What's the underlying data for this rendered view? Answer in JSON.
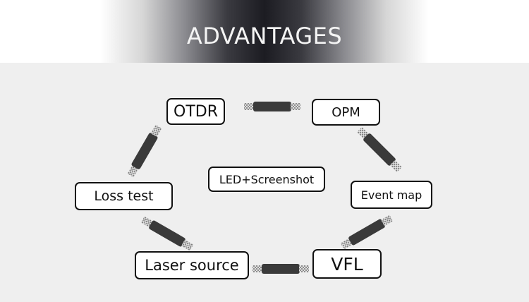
{
  "header": {
    "title": "ADVANTAGES"
  },
  "features": {
    "otdr": "OTDR",
    "opm": "OPM",
    "loss_test": "Loss test",
    "led_screenshot": "LED+Screenshot",
    "event_map": "Event map",
    "laser_source": "Laser source",
    "vfl": "VFL"
  },
  "colors": {
    "banner_dark": "#1c1c22",
    "background": "#efefef",
    "box_border": "#111111",
    "cable": "#3a3a3a"
  }
}
